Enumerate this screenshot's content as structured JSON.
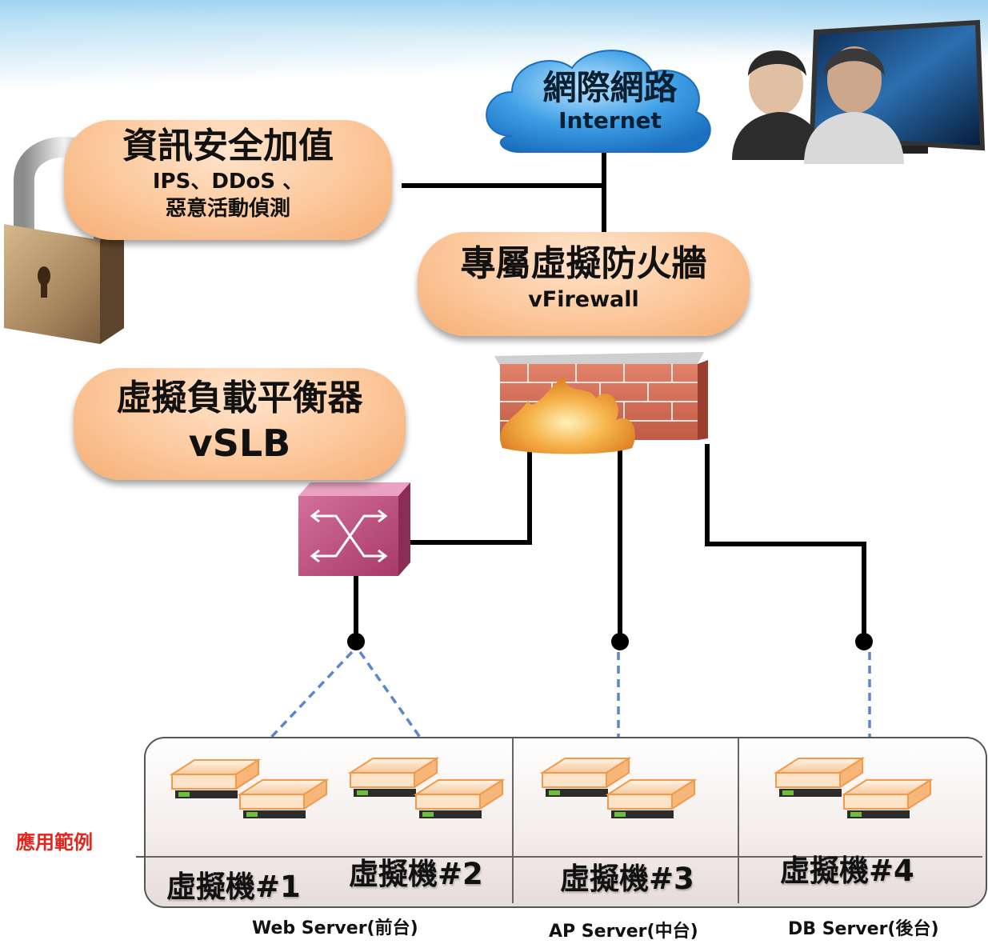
{
  "internet": {
    "title": "網際網路",
    "subtitle": "Internet"
  },
  "security": {
    "title": "資訊安全加值",
    "line1": "IPS、DDoS 、",
    "line2": "惡意活動偵測"
  },
  "firewall": {
    "title": "專屬虛擬防火牆",
    "subtitle": "vFirewall"
  },
  "load_balancer": {
    "title": "虛擬負載平衡器",
    "subtitle": "vSLB"
  },
  "example_label": "應用範例",
  "vms": [
    {
      "label": "虛擬機#1"
    },
    {
      "label": "虛擬機#2"
    },
    {
      "label": "虛擬機#3"
    },
    {
      "label": "虛擬機#4"
    }
  ],
  "tiers": [
    {
      "caption": "Web Server(前台)"
    },
    {
      "caption": "AP Server(中台)"
    },
    {
      "caption": "DB Server(後台)"
    }
  ],
  "colors": {
    "pill": "#fcc89c",
    "cloud": "#2f8fd8",
    "switch": "#b84a78",
    "dashed": "#5a86d0",
    "label_red": "#e0261e"
  },
  "icons": [
    "padlock-icon",
    "users-monitor-icon",
    "cloud-icon",
    "brick-firewall-icon",
    "switch-icon",
    "server-stack-icon"
  ]
}
